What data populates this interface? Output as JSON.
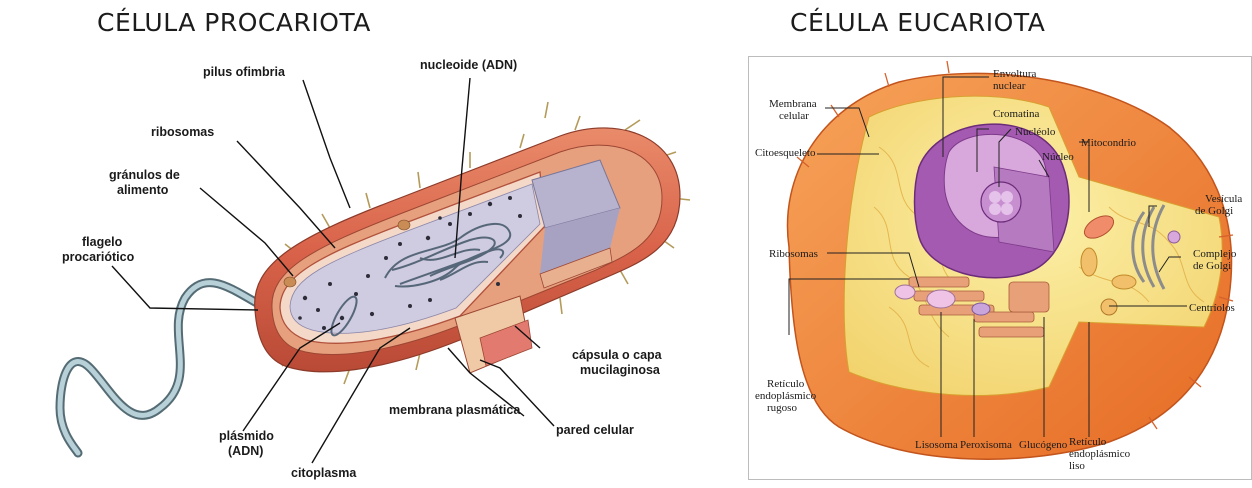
{
  "titles": {
    "left": "CÉLULA PROCARIOTA",
    "right": "CÉLULA EUCARIOTA"
  },
  "prokaryote": {
    "labels": {
      "pilus": "pilus ofimbria",
      "nucleoide": "nucleoide (ADN)",
      "ribosomas": "ribosomas",
      "granulos_1": "gránulos de",
      "granulos_2": "alimento",
      "flagelo_1": "flagelo",
      "flagelo_2": "procariótico",
      "capsula_1": "cápsula o capa",
      "capsula_2": "mucilaginosa",
      "membrana": "membrana plasmática",
      "pared": "pared celular",
      "plasmido_1": "plásmido",
      "plasmido_2": "(ADN)",
      "citoplasma": "citoplasma"
    }
  },
  "eukaryote": {
    "labels": {
      "envoltura_1": "Envoltura",
      "envoltura_2": "nuclear",
      "membrana_1": "Membrana",
      "membrana_2": "celular",
      "cromatina": "Cromatina",
      "nucleolo": "Nucléolo",
      "citoesqueleto": "Citoesqueleto",
      "nucleo": "Núcleo",
      "mitocondrio": "Mitocondrio",
      "vesicula_1": "Vesícula",
      "vesicula_2": "de Golgi",
      "ribosomas": "Ribosomas",
      "complejo_1": "Complejo",
      "complejo_2": "de Golgi",
      "centriolos": "Centríolos",
      "rer_1": "Retículo",
      "rer_2": "endoplásmico",
      "rer_3": "rugoso",
      "lisosoma": "Lisosoma",
      "peroxisoma": "Peroxisoma",
      "glucogeno": "Glucógeno",
      "rel_1": "Retículo",
      "rel_2": "endoplásmico",
      "rel_3": "liso"
    }
  }
}
